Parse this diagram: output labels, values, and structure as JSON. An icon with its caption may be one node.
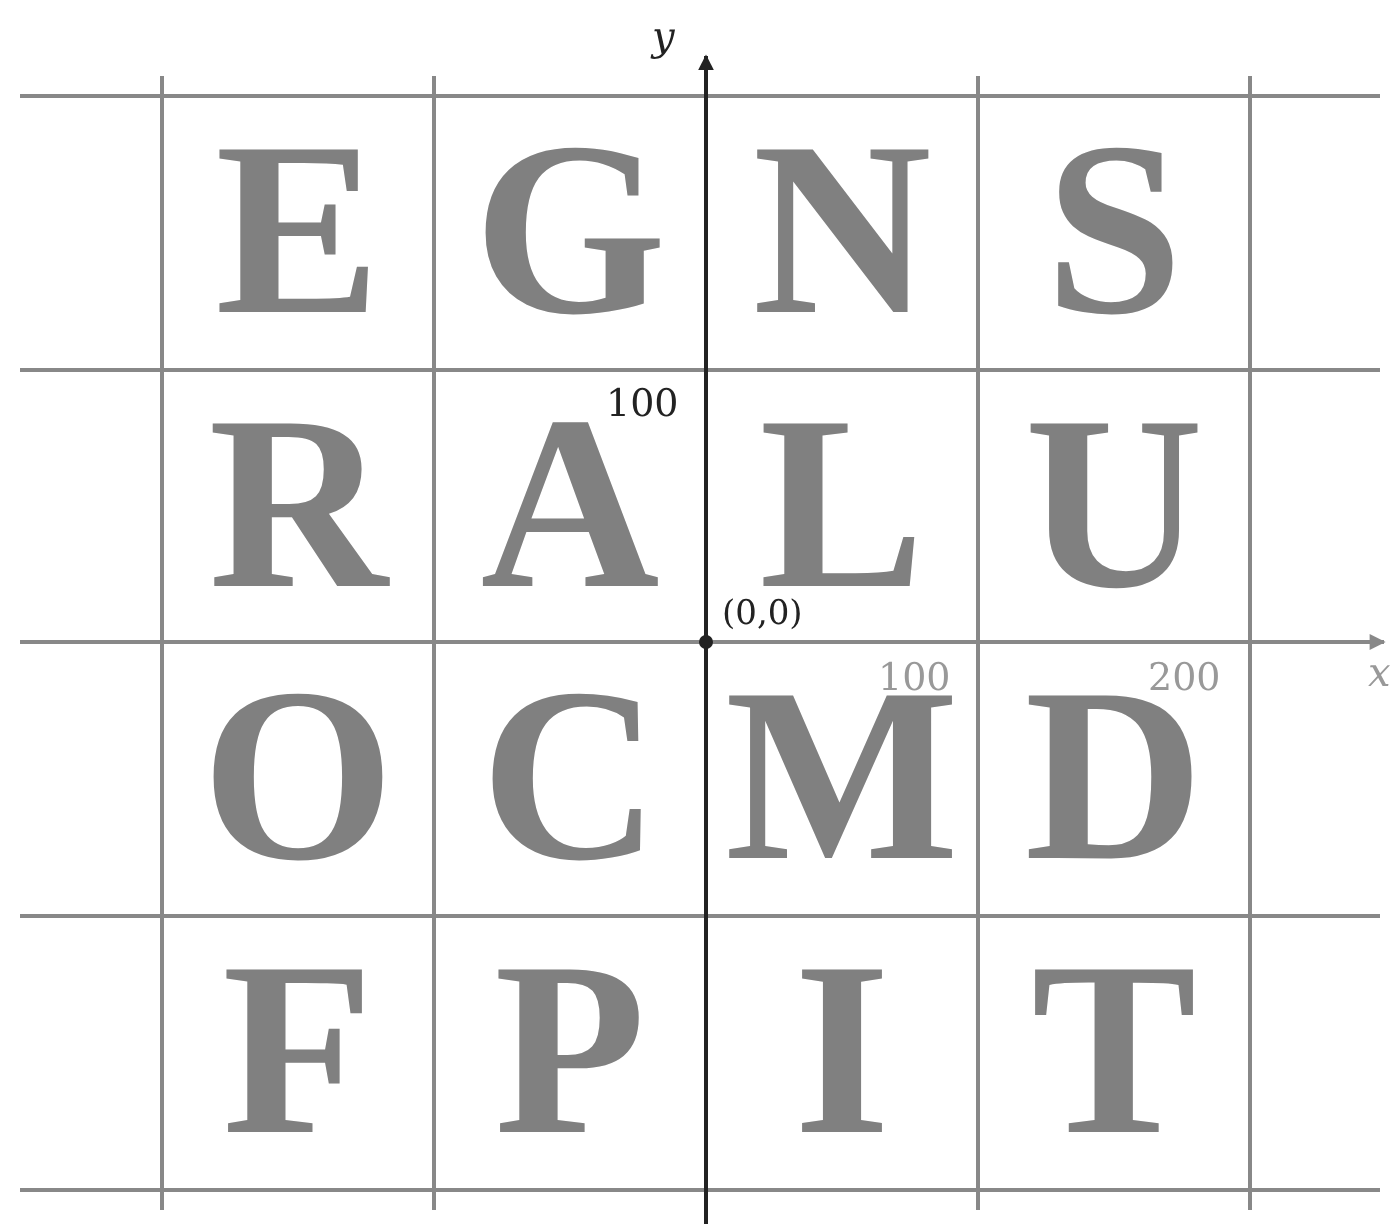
{
  "diagram": {
    "labels": [
      "y",
      "E",
      "G",
      "N",
      "S",
      "100",
      "R",
      "A",
      "L",
      "U",
      "(0,0)",
      "100",
      "200",
      "x",
      "O",
      "C",
      "M",
      "D",
      "F",
      "P",
      "I",
      "T"
    ]
  }
}
